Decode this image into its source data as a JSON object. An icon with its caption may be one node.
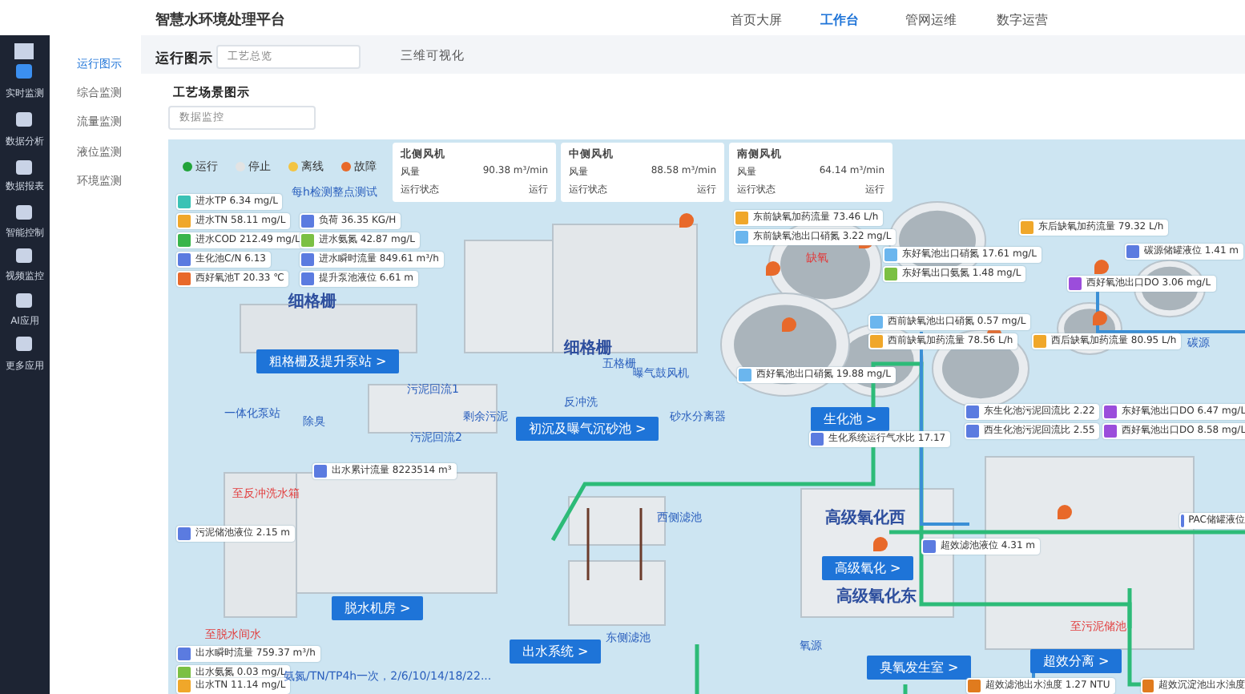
{
  "diagram": {
    "title": "智慧水环境处理平台",
    "nodes": [
      {
        "text": [
          "北侧风机",
          "风量",
          "90.38 m³/min",
          "运行状态",
          "运行"
        ]
      },
      {
        "text": [
          "中侧风机",
          "风量",
          "88.58 m³/min",
          "运行状态",
          "运行"
        ]
      },
      {
        "text": [
          "南侧风机",
          "风量",
          "64.14 m³/min",
          "运行状态",
          "运行"
        ]
      }
    ],
    "labels": [
      "首页大屏",
      "工作台",
      "管网运维",
      "数字运营",
      "实时监测",
      "数据分析",
      "数据报表",
      "智能控制",
      "视频监控",
      "AI应用",
      "更多应用",
      "运行图示",
      "综合监测",
      "流量监测",
      "液位监测",
      "环境监测",
      "运行图示",
      "工艺总览",
      "三维可视化",
      "工艺场景图示",
      "数据监控",
      "每h检测整点测试",
      "进水TP 6.34 mg/L",
      "进水TN 58.11 mg/L",
      "进水COD 212.49 mg/L",
      "生化池C/N 6.13",
      "西好氧池T 20.33 ℃",
      "负荷 36.35 KG/H",
      "进水氨氮 42.87 mg/L",
      "进水瞬时流量 849.61 m³/h",
      "提升泵池液位 6.61 m",
      "细格栅",
      "细格栅",
      "粗格栅及提升泵站 >",
      "一体化泵站",
      "除臭",
      "污泥回流1",
      "剩余污泥",
      "污泥回流2",
      "反冲洗",
      "五格栅",
      "初沉及曝气沉砂池 >",
      "曝气鼓风机",
      "砂水分离器",
      "出水累计流量 8223514 m³",
      "至反冲洗水箱",
      "污泥储池液位 2.15 m",
      "脱水机房 >",
      "至脱水间水",
      "出水瞬时流量 759.37 m³/h",
      "出水氨氮 0.03 mg/L",
      "出水TN 11.14 mg/L",
      "氨氮/TN/TP4h一次，2/6/10/14/18/22...",
      "出水系统 >",
      "西侧滤池",
      "东侧滤池",
      "东前缺氧加药流量 73.46 L/h",
      "东前缺氧池出口硝氮 3.22 mg/L",
      "缺氧",
      "东好氧池出口硝氮 17.61 mg/L",
      "东好氧出口氨氮 1.48 mg/L",
      "东后缺氧加药流量 79.32 L/h",
      "碳源储罐液位 1.41 m",
      "西好氧池出口DO 3.06 mg/L",
      "西前缺氧池出口硝氮 0.57 mg/L",
      "西前缺氧加药流量 78.56 L/h",
      "西后缺氧加药流量 80.95 L/h",
      "碳源",
      "西好氧池出口硝氮 19.88 mg/L",
      "东生化池污泥回流比 2.22",
      "西生化池污泥回流比 2.55",
      "东好氧池出口DO 6.47 mg/L",
      "西好氧池出口DO 8.58 mg/L",
      "生化池 >",
      "生化系统运行气水比 17.17",
      "高级氧化西",
      "高级氧化 >",
      "高级氧化东",
      "超效滤池液位 4.31 m",
      "PAC储罐液位",
      "至污泥储池",
      "超效分离 >",
      "臭氧发生室 >",
      "氧源",
      "超效滤池出水浊度 1.27 NTU",
      "超效沉淀池出水浊度"
    ],
    "legend": [
      {
        "text": "运行",
        "color": "#22a33a"
      },
      {
        "text": "停止",
        "color": "#e3e3e3"
      },
      {
        "text": "离线",
        "color": "#f3c443"
      },
      {
        "text": "故障",
        "color": "#e8692a"
      }
    ]
  }
}
